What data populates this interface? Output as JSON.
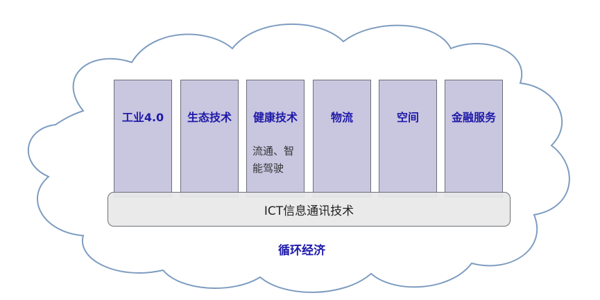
{
  "pillars": [
    {
      "title": "工业4.0"
    },
    {
      "title": "生态技术"
    },
    {
      "title": "健康技术",
      "note_lines": [
        "流通、智",
        "能驾驶"
      ]
    },
    {
      "title": "物流"
    },
    {
      "title": "空间"
    },
    {
      "title": "金融服务"
    }
  ],
  "foundation": {
    "label": "ICT信息通讯技术"
  },
  "context": {
    "label": "循环经济"
  },
  "colors": {
    "pillar_fill": "#c9c6e0",
    "border": "#6a6e75",
    "title_text": "#1f1aa8",
    "bar_fill": "#e8e8e8"
  }
}
